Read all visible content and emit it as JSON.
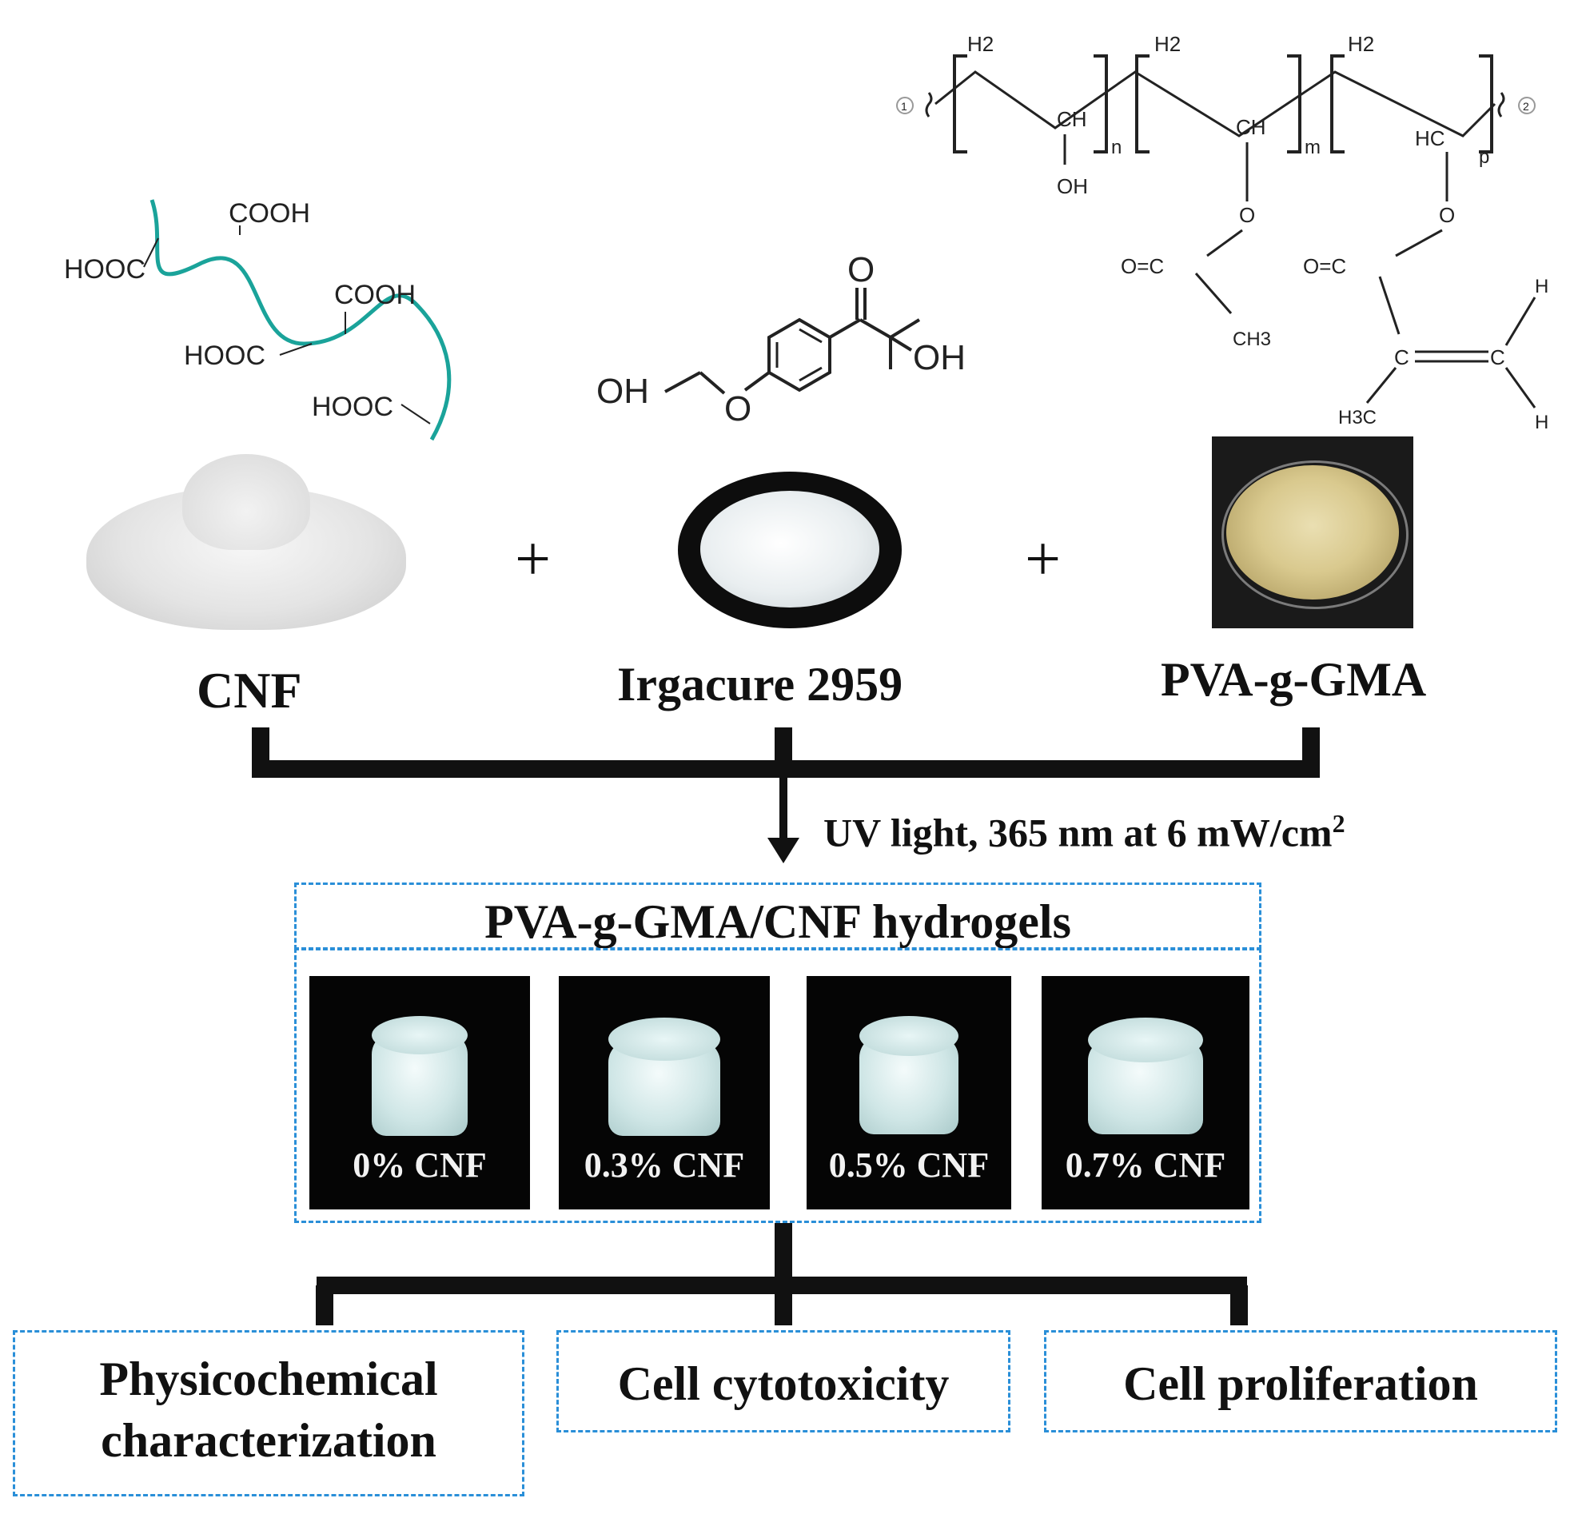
{
  "materials": {
    "cnf": "CNF",
    "irgacure": "Irgacure 2959",
    "pvagma": "PVA-g-GMA",
    "plus": "+"
  },
  "cnf_structure": {
    "groups": [
      "HOOC",
      "COOH",
      "HOOC",
      "COOH",
      "HOOC"
    ]
  },
  "irgacure_structure": {
    "oh_left": "OH",
    "oh_right": "OH",
    "o_ether": "O",
    "o_ketone": "O"
  },
  "pva_structure": {
    "h2": "H2",
    "ch": "CH",
    "hc": "HC",
    "oh": "OH",
    "o": "O",
    "oc": "O=C",
    "c": "C",
    "ch3": "CH3",
    "h3c": "H3C",
    "h": "H",
    "subscripts": [
      "n",
      "m",
      "p"
    ],
    "end_marks": [
      "1",
      "2"
    ]
  },
  "process": {
    "uv_condition": "UV light, 365 nm at 6 mW/cm",
    "uv_superscript": "2"
  },
  "hydrogels": {
    "title": "PVA-g-GMA/CNF hydrogels",
    "samples": [
      "0% CNF",
      "0.3% CNF",
      "0.5% CNF",
      "0.7% CNF"
    ]
  },
  "outcomes": {
    "physicochemical_line1": "Physicochemical",
    "physicochemical_line2": "characterization",
    "cytotoxicity": "Cell cytotoxicity",
    "proliferation": "Cell proliferation"
  },
  "colors": {
    "dashed_border": "#2a8fd8",
    "cnf_chain": "#1aa39a",
    "connector": "#111111"
  }
}
